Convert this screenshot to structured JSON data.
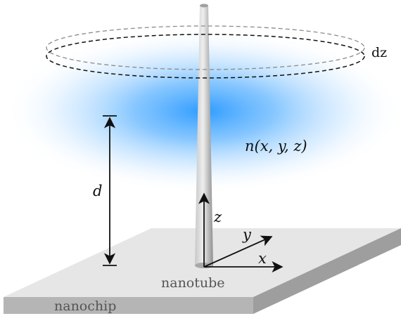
{
  "labels": {
    "slice_thickness": "dz",
    "density_function": "n(x, y, z)",
    "distance": "d",
    "axis_x": "x",
    "axis_y": "y",
    "axis_z": "z",
    "nanotube": "nanotube",
    "nanochip": "nanochip"
  },
  "colors": {
    "cloud_blue": "#2f9cff",
    "chip_top": "#e6e6e6",
    "chip_side": "#b3b3b3",
    "tube_light": "#d9d9d9",
    "tube_dark": "#8a8a8a",
    "ink": "#111111",
    "label_gray": "#555555"
  }
}
